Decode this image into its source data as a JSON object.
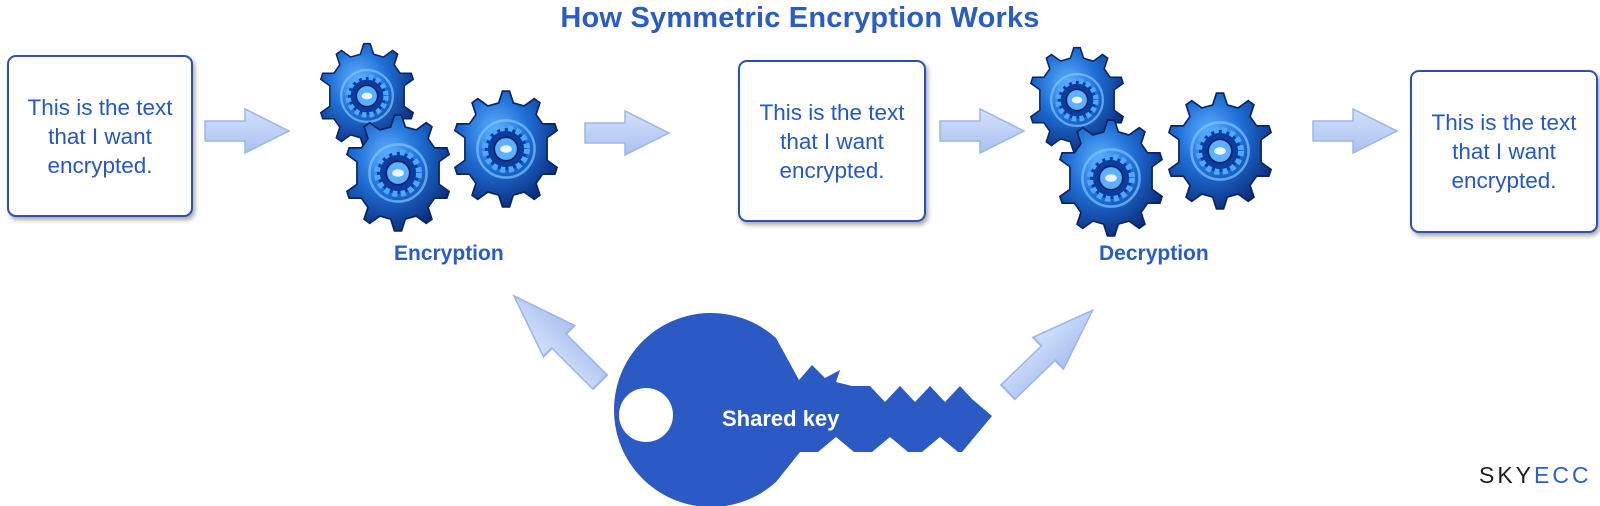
{
  "title": "How Symmetric Encryption Works",
  "plaintext_box": {
    "lines": [
      "This is the text",
      "that I want",
      "encrypted."
    ]
  },
  "middle_box": {
    "lines": [
      "This is the text",
      "that I want",
      "encrypted."
    ]
  },
  "output_box": {
    "lines": [
      "This is the text",
      "that I want",
      "encrypted."
    ]
  },
  "encryption_label": "Encryption",
  "decryption_label": "Decryption",
  "key_label": "Shared key",
  "brand": {
    "part1": "SKY",
    "part2": "ECC"
  },
  "colors": {
    "title": "#2a5cc6",
    "box_border": "#2c4fb0",
    "box_text": "#2457c7",
    "arrow": "#bcd0f5",
    "key": "#2b5ac4",
    "gear": "#1f6fd6",
    "brand_accent": "#2b5fd3"
  },
  "icons": [
    "gear-icon",
    "arrow-right-icon",
    "arrow-diagonal-icon",
    "key-icon"
  ]
}
